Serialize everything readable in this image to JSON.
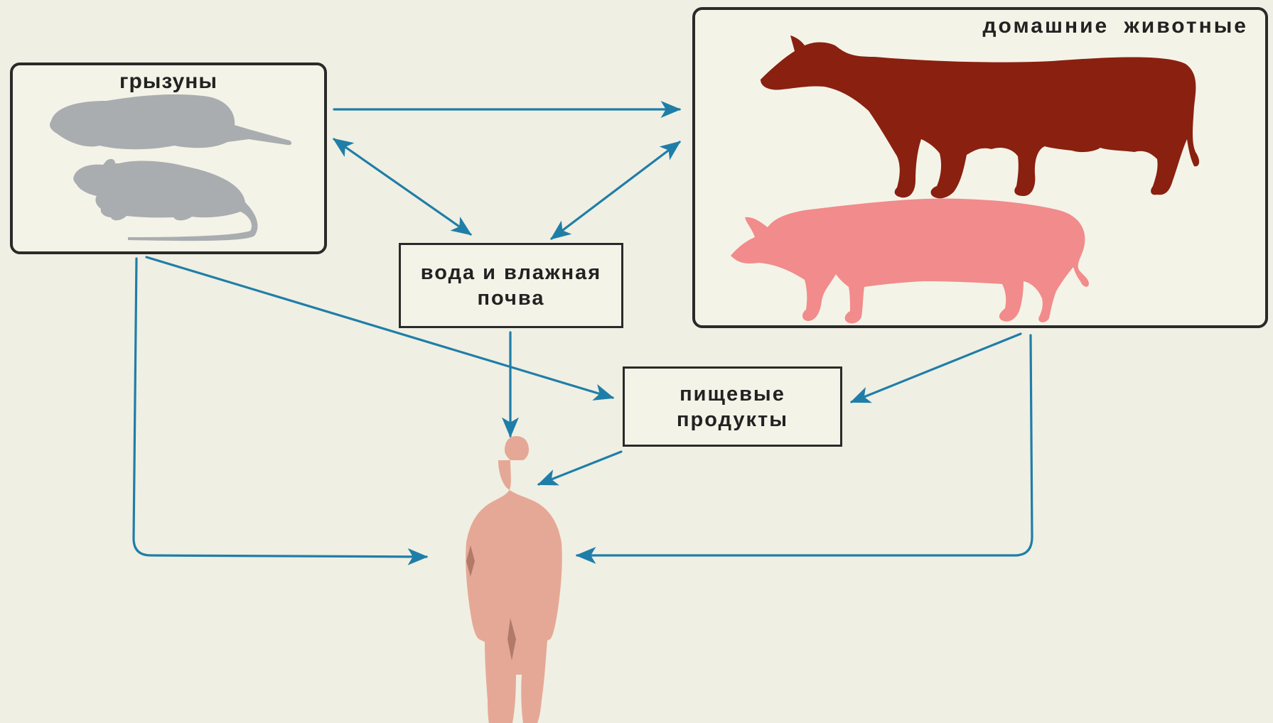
{
  "nodes": {
    "rodents": {
      "label": "грызуны"
    },
    "domestic_animals": {
      "label": "домашние животные"
    },
    "water_soil": {
      "label": "вода и влажная почва"
    },
    "food_products": {
      "label": "пищевые продукты"
    }
  },
  "colors": {
    "background": "#f0efe3",
    "arrow": "#1f7ea8",
    "rodent_fill": "#a9adb0",
    "cow_fill": "#8a2010",
    "pig_fill": "#f28b8b",
    "human_fill": "#e6a896",
    "border": "#2a2a2a"
  },
  "icons": [
    "rat-silhouette-icon",
    "mouse-silhouette-icon",
    "cow-silhouette-icon",
    "pig-silhouette-icon",
    "human-silhouette-icon"
  ]
}
